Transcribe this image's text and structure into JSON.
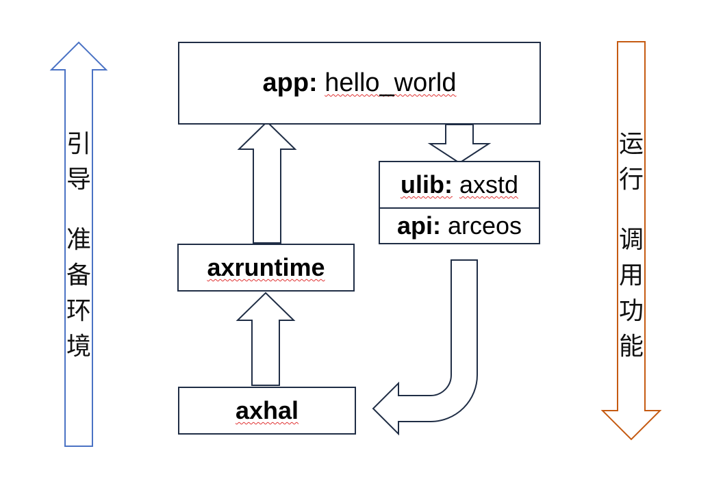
{
  "boxes": {
    "app": {
      "key": "app:",
      "value": "hello_world"
    },
    "ulib": {
      "key": "ulib:",
      "value": "axstd"
    },
    "api": {
      "key": "api:",
      "value": "arceos"
    },
    "axruntime": {
      "label": "axruntime"
    },
    "axhal": {
      "label": "axhal"
    }
  },
  "left_label": {
    "line1": [
      "引",
      "导"
    ],
    "line2": [
      "准",
      "备",
      "环",
      "境"
    ]
  },
  "right_label": {
    "line1": [
      "运",
      "行"
    ],
    "line2": [
      "调",
      "用",
      "功",
      "能"
    ]
  },
  "colors": {
    "box_border": "#1f2d45",
    "left_arrow": "#4a72c4",
    "right_arrow": "#c55a11",
    "spellcheck_underline": "#e03030"
  }
}
